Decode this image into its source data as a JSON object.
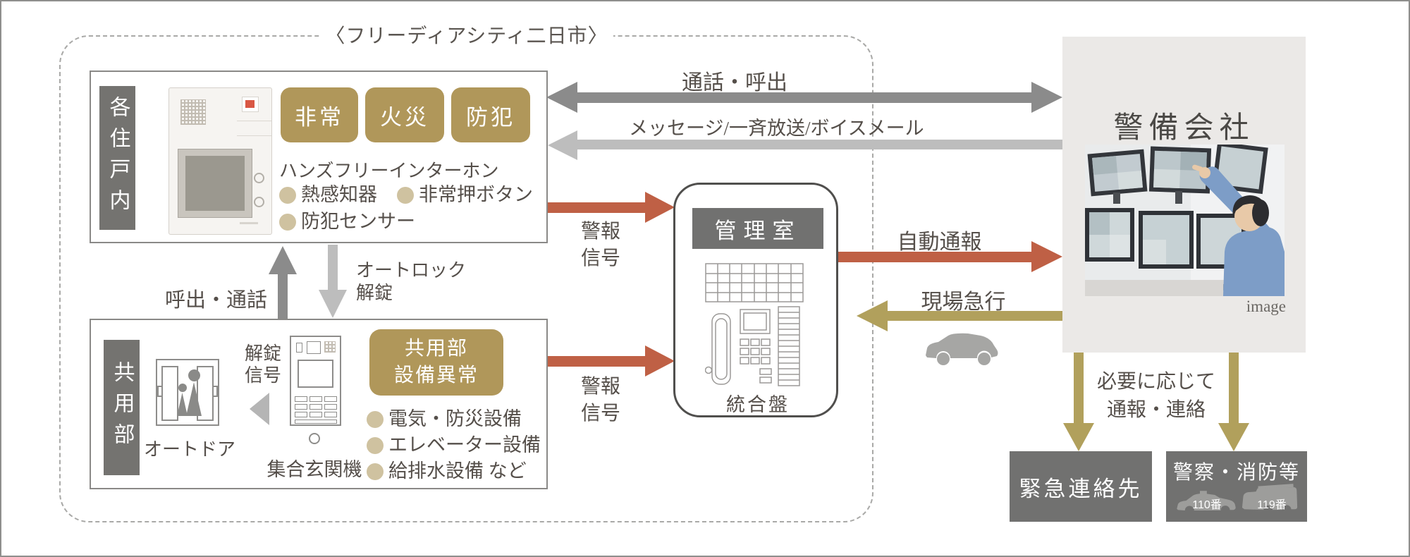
{
  "frame": {
    "title": "〈フリーディアシティ二日市〉"
  },
  "unit_box": {
    "side_label": "各住戸内",
    "buttons": [
      "非常",
      "火災",
      "防犯"
    ],
    "device_caption": "ハンズフリーインターホン",
    "features": [
      "熱感知器",
      "非常押ボタン",
      "防犯センサー"
    ]
  },
  "common_box": {
    "side_label": "共用部",
    "door_caption": "オートドア",
    "entrance_caption": "集合玄関機",
    "alert_lines": [
      "共用部",
      "設備異常"
    ],
    "features": [
      "電気・防災設備",
      "エレベーター設備",
      "給排水設備 など"
    ]
  },
  "control_room": {
    "header": "管理室",
    "panel_caption": "統合盤"
  },
  "security_company": {
    "title": "警備会社",
    "image_caption": "image"
  },
  "flows": {
    "call": "通話・呼出",
    "message": "メッセージ/一斉放送/ボイスメール",
    "alarm_lines": [
      "警報",
      "信号"
    ],
    "auto_report": "自動通報",
    "rush": "現場急行",
    "call_up": "呼出・通話",
    "autolock_lines": [
      "オートロック",
      "解錠"
    ],
    "unlock_lines": [
      "解錠",
      "信号"
    ],
    "as_needed_lines": [
      "必要に応じて",
      "通報・連絡"
    ]
  },
  "contacts": {
    "emergency": "緊急連絡先",
    "police_fire": "警察・消防等",
    "police_badge": "110番",
    "fire_badge": "119番"
  },
  "colors": {
    "gold": "#b0975a",
    "gold_light": "#cfc2a0",
    "gold_arrow": "#b1a05c",
    "red": "#bf6045",
    "dark_gray": "#717170",
    "mid_gray": "#8b8b8b",
    "light_gray": "#bdbdbd",
    "text": "#554f4a",
    "panel_bg": "#ebe9e7"
  }
}
